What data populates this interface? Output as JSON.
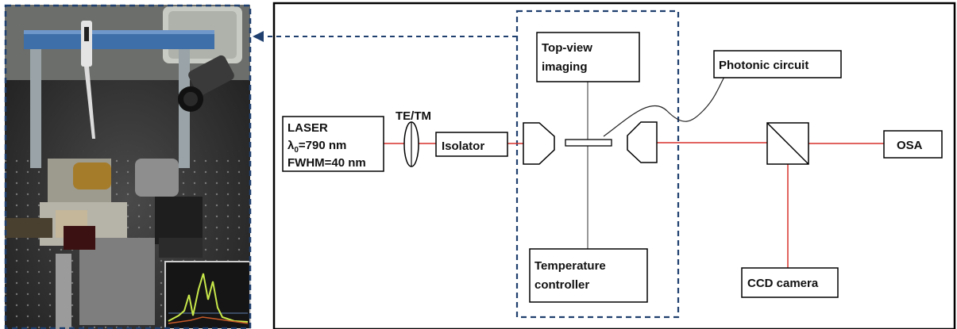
{
  "photo": {
    "description_icon": "lab-setup-photo",
    "inset_icon": "spectrum-inset"
  },
  "labels": {
    "laser_line1": "LASER",
    "laser_lambda": "λ",
    "laser_lambda_sub": "0",
    "laser_lambda_value": "=790 nm",
    "laser_fwhm": "FWHM=40 nm",
    "polarizer": "TE/TM",
    "isolator": "Isolator",
    "top_view_line1": "Top-view",
    "top_view_line2": "imaging",
    "photonic_circuit": "Photonic circuit",
    "temperature_line1": "Temperature",
    "temperature_line2": "controller",
    "osa": "OSA",
    "ccd": "CCD camera"
  },
  "colors": {
    "beam": "#d9302c",
    "dashed_frame": "#1f3f6e",
    "box_stroke": "#000000"
  }
}
